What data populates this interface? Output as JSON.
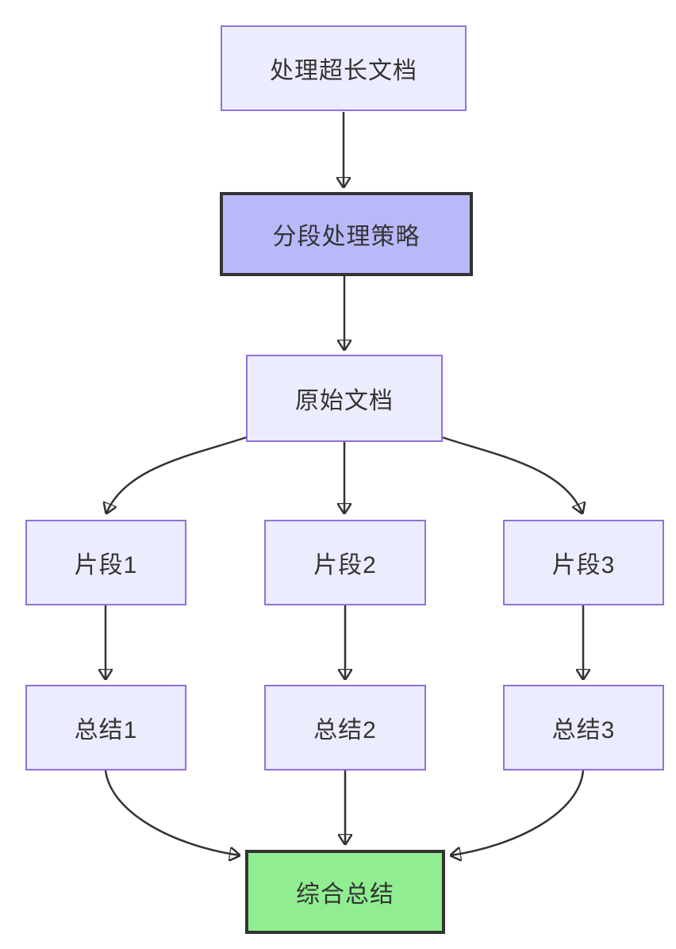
{
  "diagram": {
    "type": "flowchart",
    "direction": "top-down",
    "nodes": [
      {
        "id": "task",
        "label": "处理超长文档",
        "style": "default"
      },
      {
        "id": "strategy",
        "label": "分段处理策略",
        "style": "emphasis"
      },
      {
        "id": "source",
        "label": "原始文档",
        "style": "default"
      },
      {
        "id": "fragment1",
        "label": "片段1",
        "style": "default"
      },
      {
        "id": "fragment2",
        "label": "片段2",
        "style": "default"
      },
      {
        "id": "fragment3",
        "label": "片段3",
        "style": "default"
      },
      {
        "id": "summary1",
        "label": "总结1",
        "style": "default"
      },
      {
        "id": "summary2",
        "label": "总结2",
        "style": "default"
      },
      {
        "id": "summary3",
        "label": "总结3",
        "style": "default"
      },
      {
        "id": "final",
        "label": "综合总结",
        "style": "success"
      }
    ],
    "edges": [
      {
        "from": "task",
        "to": "strategy"
      },
      {
        "from": "strategy",
        "to": "source"
      },
      {
        "from": "source",
        "to": "fragment1"
      },
      {
        "from": "source",
        "to": "fragment2"
      },
      {
        "from": "source",
        "to": "fragment3"
      },
      {
        "from": "fragment1",
        "to": "summary1"
      },
      {
        "from": "fragment2",
        "to": "summary2"
      },
      {
        "from": "fragment3",
        "to": "summary3"
      },
      {
        "from": "summary1",
        "to": "final"
      },
      {
        "from": "summary2",
        "to": "final"
      },
      {
        "from": "summary3",
        "to": "final"
      }
    ],
    "colors": {
      "node_fill": "#ECECFF",
      "node_border": "#9370DB",
      "emphasis_fill": "#B9B9FA",
      "emphasis_border": "#333333",
      "success_fill": "#90EE90",
      "success_border": "#333333",
      "edge": "#333333",
      "text": "#333333",
      "background": "#FFFFFF"
    }
  }
}
